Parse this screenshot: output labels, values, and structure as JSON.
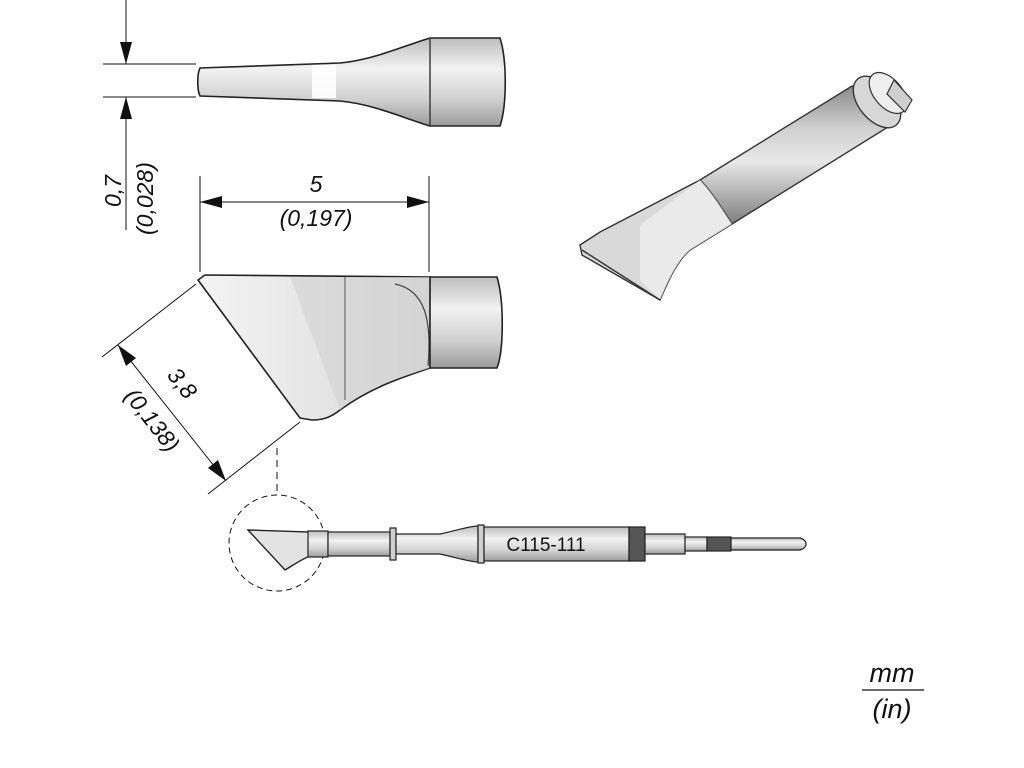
{
  "dimensions": {
    "flat_thickness": {
      "mm": "0,7",
      "in": "(0,028)"
    },
    "blade_length": {
      "mm": "5",
      "in": "(0,197)"
    },
    "blade_width": {
      "mm": "3,8",
      "in": "(0,138)"
    }
  },
  "model_label": "C115-111",
  "units": {
    "primary": "mm",
    "secondary": "(in)"
  },
  "colors": {
    "line": "#111111",
    "metal_light": "#e6e6e6",
    "metal_mid": "#cfcfcf",
    "metal_dark": "#9a9a9a",
    "band": "#555555"
  }
}
